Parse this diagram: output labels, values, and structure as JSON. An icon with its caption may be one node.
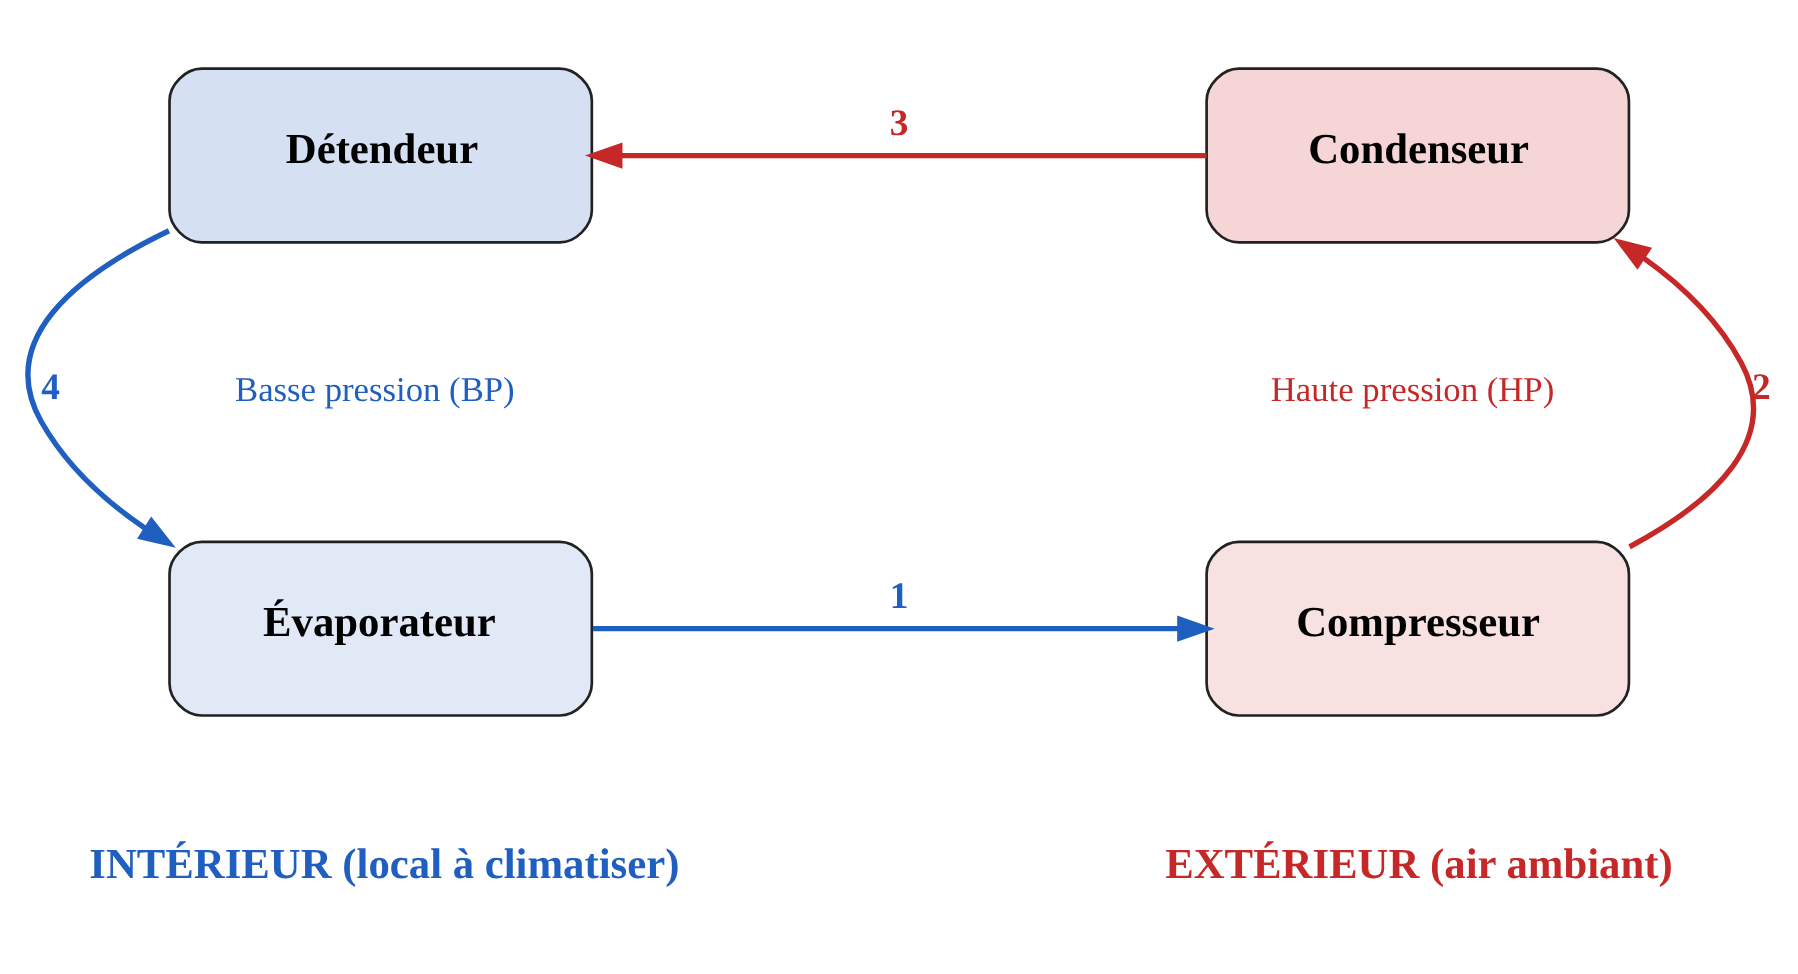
{
  "diagram": {
    "nodes": [
      {
        "text": [
          "Détendeur"
        ]
      },
      {
        "text": [
          "Condenseur"
        ]
      },
      {
        "text": [
          "Évaporateur"
        ]
      },
      {
        "text": [
          "Compresseur"
        ]
      }
    ],
    "edges": [
      {
        "from": 1,
        "to": 0,
        "arrow": "to",
        "label": "3",
        "color": "#c62828"
      },
      {
        "from": 0,
        "to": 2,
        "arrow": "to",
        "label": "4",
        "color": "#1f5fbf"
      },
      {
        "from": 2,
        "to": 3,
        "arrow": "to",
        "label": "1",
        "color": "#1f5fbf"
      },
      {
        "from": 3,
        "to": 1,
        "arrow": "to",
        "label": "2",
        "color": "#c62828"
      }
    ],
    "labels": [
      "Basse pression (BP)",
      "Haute pression (HP)",
      "INTÉRIEUR (local à climatiser)",
      "EXTÉRIEUR (air ambiant)"
    ]
  }
}
